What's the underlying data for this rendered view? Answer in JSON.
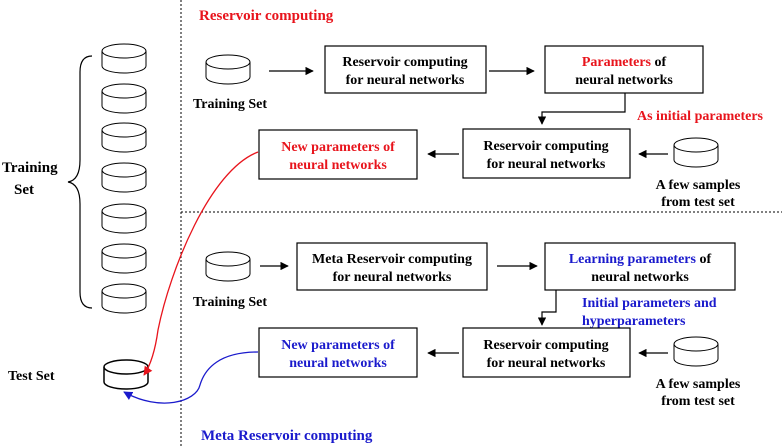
{
  "colors": {
    "red": "#e8141c",
    "blue": "#1a1acc",
    "black": "#000000"
  },
  "left": {
    "training_set_label": [
      "Training",
      "Set"
    ],
    "test_set_label": "Test Set"
  },
  "top": {
    "section_title": "Reservoir computing",
    "training_set_label": "Training Set",
    "box1": [
      "Reservoir computing",
      "for neural networks"
    ],
    "box2_highlight": "Parameters",
    "box2_rest": " of",
    "box2_line2": "neural networks",
    "initial_label": "As initial parameters",
    "box3": [
      "Reservoir computing",
      "for neural networks"
    ],
    "box4": [
      "New parameters of",
      "neural networks"
    ],
    "few_samples": [
      "A few samples",
      "from test set"
    ]
  },
  "bottom": {
    "section_title": "Meta Reservoir computing",
    "training_set_label": "Training Set",
    "box1": [
      "Meta Reservoir computing",
      "for neural networks"
    ],
    "box2_highlight": "Learning parameters",
    "box2_rest": " of",
    "box2_line2": "neural networks",
    "initial_label": [
      "Initial parameters and",
      "hyperparameters"
    ],
    "box3": [
      "Reservoir computing",
      "for neural networks"
    ],
    "box4": [
      "New parameters of",
      "neural networks"
    ],
    "few_samples": [
      "A few samples",
      "from test set"
    ]
  }
}
